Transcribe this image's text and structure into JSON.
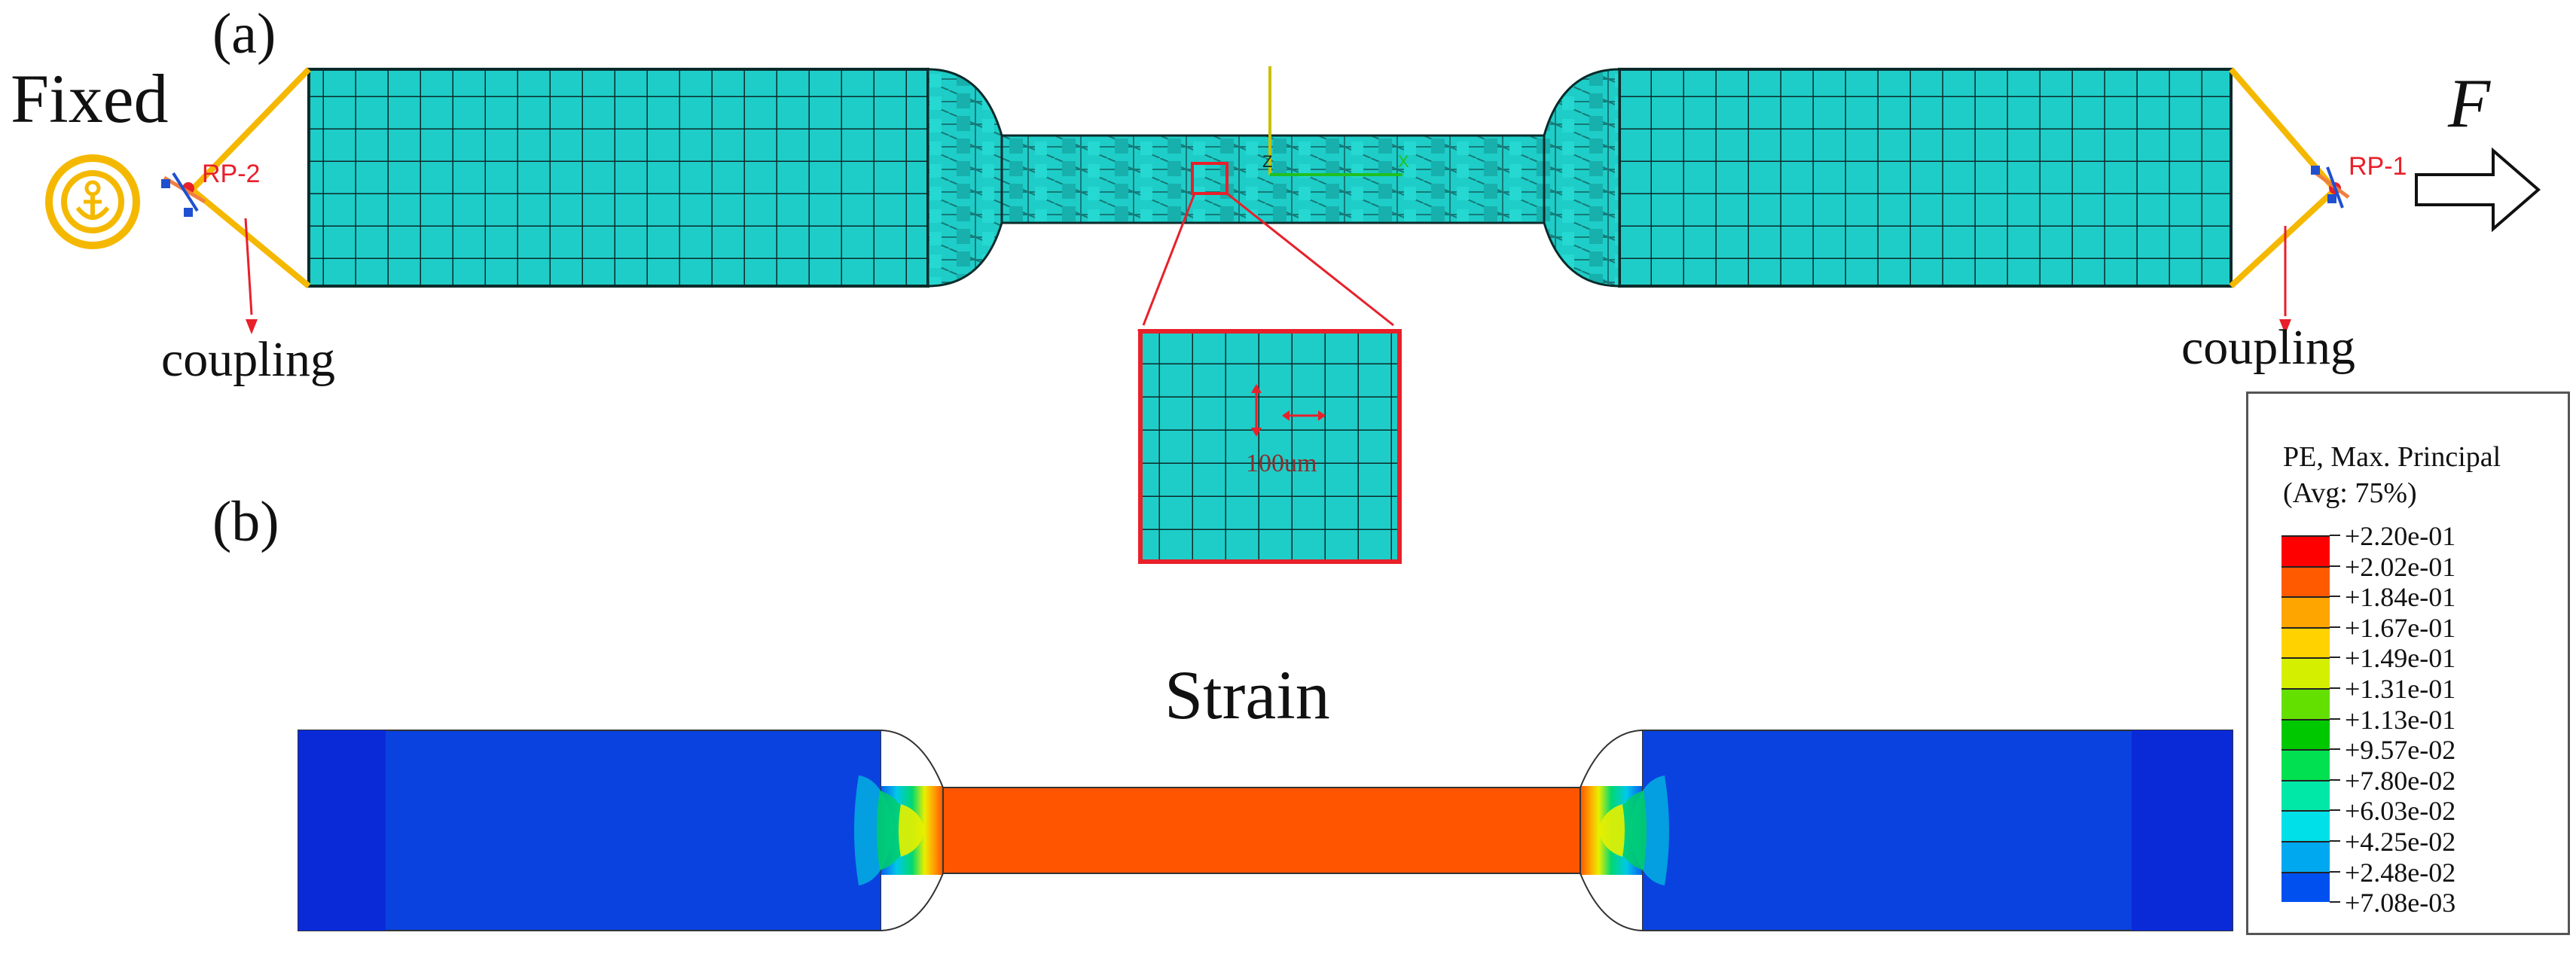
{
  "labels": {
    "panel_a": "(a)",
    "panel_b": "(b)",
    "fixed": "Fixed",
    "force": "F",
    "coupling_left": "coupling",
    "coupling_right": "coupling",
    "rp_left": "RP-2",
    "rp_right": "RP-1",
    "axis_z": "Z",
    "axis_x": "X",
    "element_size": "100um",
    "strain": "Strain"
  },
  "legend": {
    "title_line1": "PE, Max. Principal",
    "title_line2": "(Avg: 75%)",
    "levels": [
      {
        "value": "+2.20e-01",
        "color": "#ff0000"
      },
      {
        "value": "+2.02e-01",
        "color": "#ff5a00"
      },
      {
        "value": "+1.84e-01",
        "color": "#ffa500"
      },
      {
        "value": "+1.67e-01",
        "color": "#ffd200"
      },
      {
        "value": "+1.49e-01",
        "color": "#d4f000"
      },
      {
        "value": "+1.31e-01",
        "color": "#64e000"
      },
      {
        "value": "+1.13e-01",
        "color": "#00c800"
      },
      {
        "value": "+9.57e-02",
        "color": "#00e050"
      },
      {
        "value": "+7.80e-02",
        "color": "#00e8a8"
      },
      {
        "value": "+6.03e-02",
        "color": "#00e0e8"
      },
      {
        "value": "+4.25e-02",
        "color": "#00a8f0"
      },
      {
        "value": "+2.48e-02",
        "color": "#0050f0"
      },
      {
        "value": "+7.08e-03",
        "color": "#0000ff"
      }
    ]
  },
  "colors": {
    "mesh_fill": "#1ecdc8",
    "mesh_line": "#0b2a2a",
    "coupling_line": "#f5b800",
    "annotation": "#e8202a",
    "strain_far": "#0a42e0",
    "strain_grip": "#0a2ad8",
    "strain_gauge": "#ff5500"
  }
}
